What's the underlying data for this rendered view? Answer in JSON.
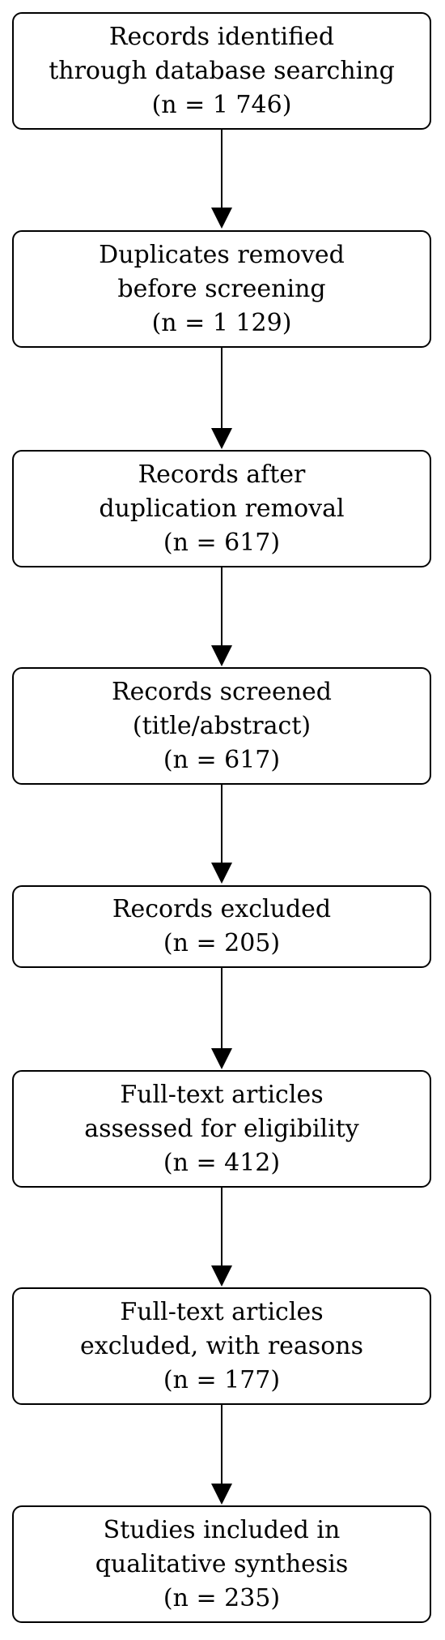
{
  "nodes": [
    {
      "lines": [
        "Records identified",
        "through database searching",
        "(n = 1 746)"
      ]
    },
    {
      "lines": [
        "Duplicates removed",
        "before screening",
        "(n = 1 129)"
      ]
    },
    {
      "lines": [
        "Records after",
        "duplication removal",
        "(n = 617)"
      ]
    },
    {
      "lines": [
        "Records screened",
        "(title/abstract)",
        "(n = 617)"
      ]
    },
    {
      "lines": [
        "Records excluded",
        "(n = 205)"
      ]
    },
    {
      "lines": [
        "Full-text articles",
        "assessed for eligibility",
        "(n = 412)"
      ]
    },
    {
      "lines": [
        "Full-text articles",
        "excluded, with reasons",
        "(n = 177)"
      ]
    },
    {
      "lines": [
        "Studies included in",
        "qualitative synthesis",
        "(n = 235)"
      ]
    }
  ]
}
